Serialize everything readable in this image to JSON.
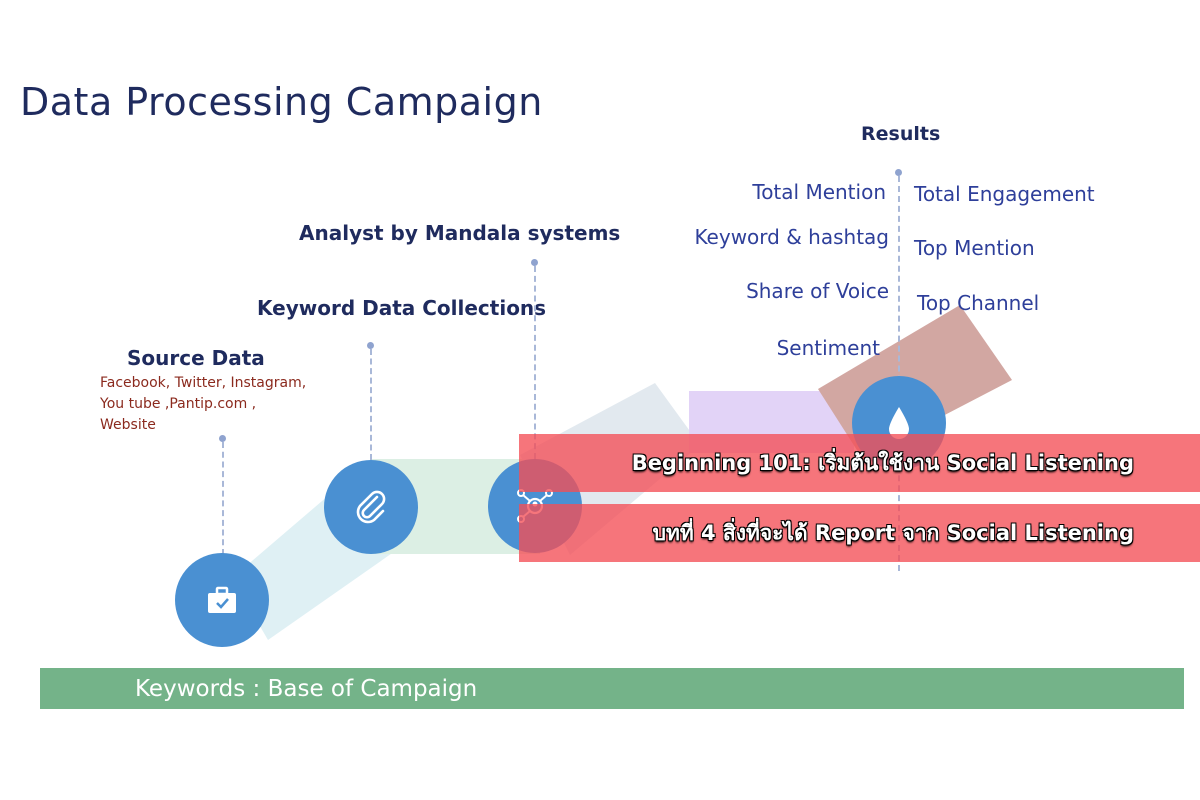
{
  "title": "Data Processing Campaign",
  "stages": {
    "source": {
      "label": "Source Data",
      "details": [
        "Facebook, Twitter, Instagram,",
        "You tube ,Pantip.com ,",
        "Website"
      ]
    },
    "collection": {
      "label": "Keyword Data Collections"
    },
    "analysis": {
      "label": "Analyst by Mandala systems"
    },
    "results": {
      "label": "Results"
    }
  },
  "results": {
    "left": [
      "Total Mention",
      "Keyword & hashtag",
      "Share of Voice",
      "Sentiment"
    ],
    "right": [
      "Total Engagement",
      "Top Mention",
      "Top Channel"
    ]
  },
  "base_bar": "Keywords :  Base of Campaign",
  "overlay": {
    "line1": "Beginning 101: เริ่มต้นใช้งาน Social Listening",
    "line2": "บทที่ 4 สิ่งที่จะได้ Report จาก Social Listening"
  },
  "icons": [
    "briefcase-check-icon",
    "paperclip-icon",
    "network-user-icon",
    "drop-icon"
  ],
  "colors": {
    "title": "#1f2b5e",
    "circle": "#4a90d2",
    "base_bar": "#74b389",
    "overlay": "#f44e56",
    "source_details": "#8b2a1e"
  }
}
